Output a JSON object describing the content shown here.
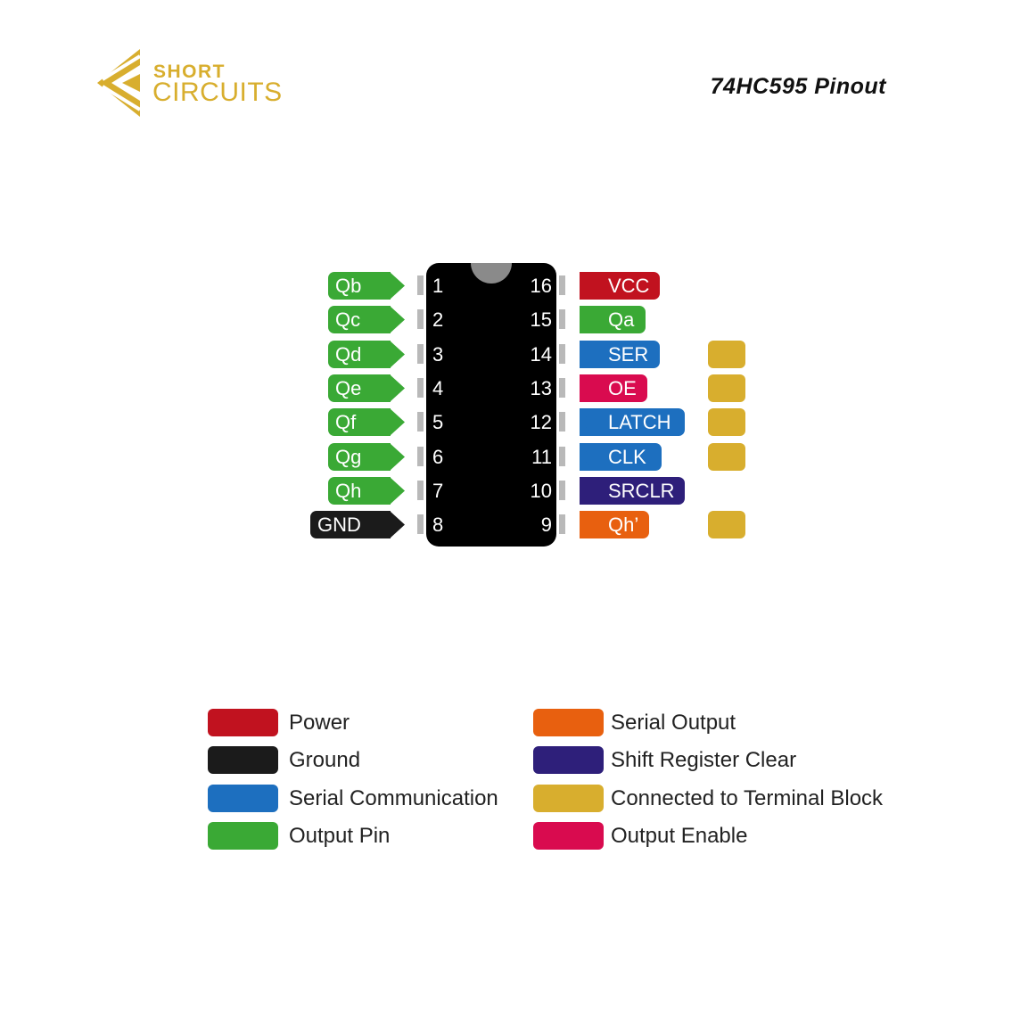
{
  "logo": {
    "line1": "SHORT",
    "line2": "CIRCUITS",
    "color": "#d8ae2e"
  },
  "title": "74HC595 Pinout",
  "colors": {
    "power": "#c1121f",
    "ground": "#1b1b1b",
    "serial": "#1d6fbf",
    "output": "#3aa935",
    "serial_output": "#e8600f",
    "clear": "#2e1f7a",
    "terminal": "#d8ae2e",
    "enable": "#d90b4f"
  },
  "left_pins": [
    {
      "num": "1",
      "label": "Qb",
      "type": "output"
    },
    {
      "num": "2",
      "label": "Qc",
      "type": "output"
    },
    {
      "num": "3",
      "label": "Qd",
      "type": "output"
    },
    {
      "num": "4",
      "label": "Qe",
      "type": "output"
    },
    {
      "num": "5",
      "label": "Qf",
      "type": "output"
    },
    {
      "num": "6",
      "label": "Qg",
      "type": "output"
    },
    {
      "num": "7",
      "label": "Qh",
      "type": "output"
    },
    {
      "num": "8",
      "label": "GND",
      "type": "ground"
    }
  ],
  "right_pins": [
    {
      "num": "16",
      "label": "VCC",
      "type": "power",
      "terminal": false
    },
    {
      "num": "15",
      "label": "Qa",
      "type": "output",
      "terminal": false
    },
    {
      "num": "14",
      "label": "SER",
      "type": "serial",
      "terminal": true
    },
    {
      "num": "13",
      "label": "OE",
      "type": "enable",
      "terminal": true
    },
    {
      "num": "12",
      "label": "LATCH",
      "type": "serial",
      "terminal": true
    },
    {
      "num": "11",
      "label": "CLK",
      "type": "serial",
      "terminal": true
    },
    {
      "num": "10",
      "label": "SRCLR",
      "type": "clear",
      "terminal": false
    },
    {
      "num": "9",
      "label": "Qh’",
      "type": "serial_output",
      "terminal": true
    }
  ],
  "legend": {
    "left": [
      {
        "label": "Power",
        "type": "power"
      },
      {
        "label": "Ground",
        "type": "ground"
      },
      {
        "label": "Serial Communication",
        "type": "serial"
      },
      {
        "label": "Output Pin",
        "type": "output"
      }
    ],
    "right": [
      {
        "label": "Serial Output",
        "type": "serial_output"
      },
      {
        "label": "Shift Register Clear",
        "type": "clear"
      },
      {
        "label": "Connected to Terminal Block",
        "type": "terminal"
      },
      {
        "label": "Output Enable",
        "type": "enable"
      }
    ]
  }
}
